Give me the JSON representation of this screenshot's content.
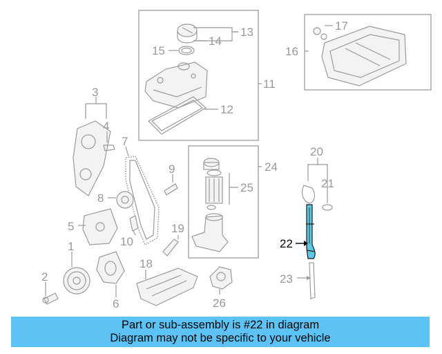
{
  "diagram": {
    "callouts": [
      "1",
      "2",
      "3",
      "4",
      "5",
      "6",
      "7",
      "8",
      "9",
      "10",
      "11",
      "12",
      "13",
      "14",
      "15",
      "16",
      "17",
      "18",
      "19",
      "20",
      "21",
      "22",
      "23",
      "24",
      "25",
      "26"
    ],
    "highlighted_part": "22",
    "highlight_color": "#5bc8e8",
    "part_color": "#9a9a9a"
  },
  "banner": {
    "line1": "Part or sub-assembly is #22 in diagram",
    "line2": "Diagram may not be specific to your vehicle",
    "background": "#5bc3f5"
  }
}
